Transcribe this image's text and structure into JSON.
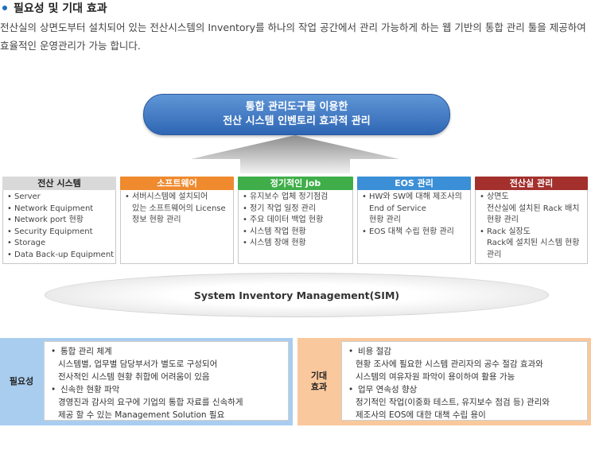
{
  "section": {
    "title": "필요성 및 기대 효과",
    "description": "전산실의 상면도부터 설치되어 있는 전산시스템의 Inventory를 하나의 작업 공간에서 관리 가능하게 하는 웹 기반의 통합 관리 툴을 제공하여 효율적인 운영관리가 가능 합니다."
  },
  "top": {
    "line1": "통합 관리도구를 이용한",
    "line2": "전산 시스템 인벤토리 효과적 관리"
  },
  "categories": [
    {
      "title": "전산 시스템",
      "color": "#d9d9d9",
      "text_color": "#222222",
      "items": [
        "Server",
        "Network Equipment",
        "Network port 현황",
        "Security Equipment",
        "Storage",
        "Data Back-up Equipment"
      ]
    },
    {
      "title": "소프트웨어",
      "color": "#ef8a2e",
      "text_color": "#ffffff",
      "items": [
        "서버시스템에 설치되어\n있는 소프트웨어의 License\n정보 현황 관리"
      ]
    },
    {
      "title": "정기적인 job",
      "color": "#3fae49",
      "text_color": "#ffffff",
      "items": [
        "유지보수 업체 정기점검",
        "정기 작업 일정 관리",
        "주요 데이터 백업 현황",
        "시스템 작업 현황",
        "시스템 장애 현황"
      ]
    },
    {
      "title": "EOS 관리",
      "color": "#3a8fd6",
      "text_color": "#ffffff",
      "items": [
        "HW와 SW에 대해 제조사의\nEnd of Service\n현황 관리",
        "EOS 대책 수립 현황 관리"
      ]
    },
    {
      "title": "전산실 관리",
      "color": "#a3302c",
      "text_color": "#ffffff",
      "items": [
        "상면도\n전산실에 설치된 Rack 배치\n현황 관리",
        "Rack 실장도\nRack에 설치된 시스템 현황\n관리"
      ]
    }
  ],
  "sim": {
    "label": "System Inventory Management(SIM)"
  },
  "necessity": {
    "label": "필요성",
    "bg": "#a9cdef",
    "items": [
      {
        "title": "통합 관리 체계",
        "text": "시스템별, 업무별 담당부서가 별도로 구성되어\n전사적인 시스템 현황 취합에 어려움이 있음"
      },
      {
        "title": "신속한 현황 파악",
        "text": "경영진과 감사의 요구에 기업의 통합 자료를 신속하게\n제공 할 수 있는 Management Solution 필요"
      }
    ]
  },
  "effect": {
    "label": "기대\n효과",
    "bg": "#f9c89c",
    "items": [
      {
        "title": "비용 절감",
        "text": "현황 조사에 필요한 시스템 관리자의 공수 절감 효과와\n시스템의 여유자원 파악이 용이하여 활용 가능"
      },
      {
        "title": "업무 연속성 향상",
        "text": "정기적인 작업(이중화 테스트, 유지보수 점검 등) 관리와\n제조사의 EOS에 대한 대책 수립 용이"
      }
    ]
  }
}
